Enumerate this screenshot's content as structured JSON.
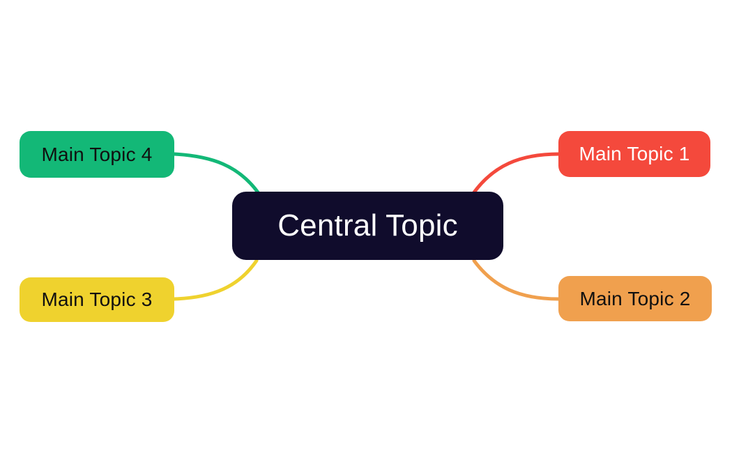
{
  "diagram": {
    "type": "mindmap",
    "background": "#ffffff",
    "central": {
      "label": "Central Topic",
      "color": "#100c2c",
      "text_color": "#ffffff"
    },
    "nodes": [
      {
        "id": "main-topic-1",
        "label": "Main Topic 1",
        "color": "#f4493c",
        "text_color": "#ffffff",
        "position": "top-right",
        "connected_to": "central"
      },
      {
        "id": "main-topic-2",
        "label": "Main Topic 2",
        "color": "#f0a04e",
        "text_color": "#101010",
        "position": "bottom-right",
        "connected_to": "central"
      },
      {
        "id": "main-topic-3",
        "label": "Main Topic 3",
        "color": "#efd22e",
        "text_color": "#101010",
        "position": "bottom-left",
        "connected_to": "central"
      },
      {
        "id": "main-topic-4",
        "label": "Main Topic 4",
        "color": "#13b877",
        "text_color": "#101010",
        "position": "top-left",
        "connected_to": "central"
      }
    ]
  }
}
